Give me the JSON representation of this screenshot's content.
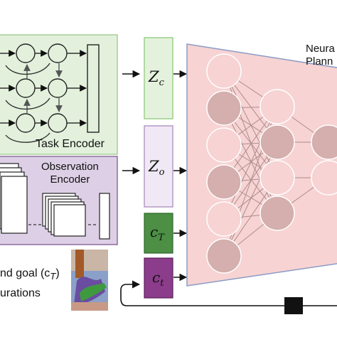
{
  "task_encoder": {
    "label": "Task Encoder"
  },
  "observation_encoder": {
    "line1": "Observation",
    "line2": "Encoder"
  },
  "neural_planner": {
    "line1": "Neura",
    "line2": "Plann"
  },
  "latents": {
    "zc": {
      "base": "Z",
      "sub": "c"
    },
    "zo": {
      "base": "Z",
      "sub": "o"
    },
    "cT": {
      "base": "c",
      "sub": "T"
    },
    "ct": {
      "base": "c",
      "sub": "t"
    }
  },
  "side_text": {
    "line1": "nd goal (c",
    "line1_sub": "T",
    "line1_end": ")",
    "line2": "urations"
  },
  "colors": {
    "task_bg": "#e3f1dc",
    "task_border": "#a6cf94",
    "obs_bg": "#ddd0e6",
    "obs_border": "#8d6a9f",
    "zc_bg": "#e4f2dd",
    "zc_border": "#9ccf8a",
    "zo_bg": "#f0e8f4",
    "zo_border": "#b69ac6",
    "cT_bg": "#4c8f45",
    "ct_bg": "#8b3c8a",
    "planner_bg": "#f7d3d3",
    "planner_border": "#8b9cc6",
    "node_dark": "#d5aeae",
    "node_light": "#f7d3d3"
  }
}
